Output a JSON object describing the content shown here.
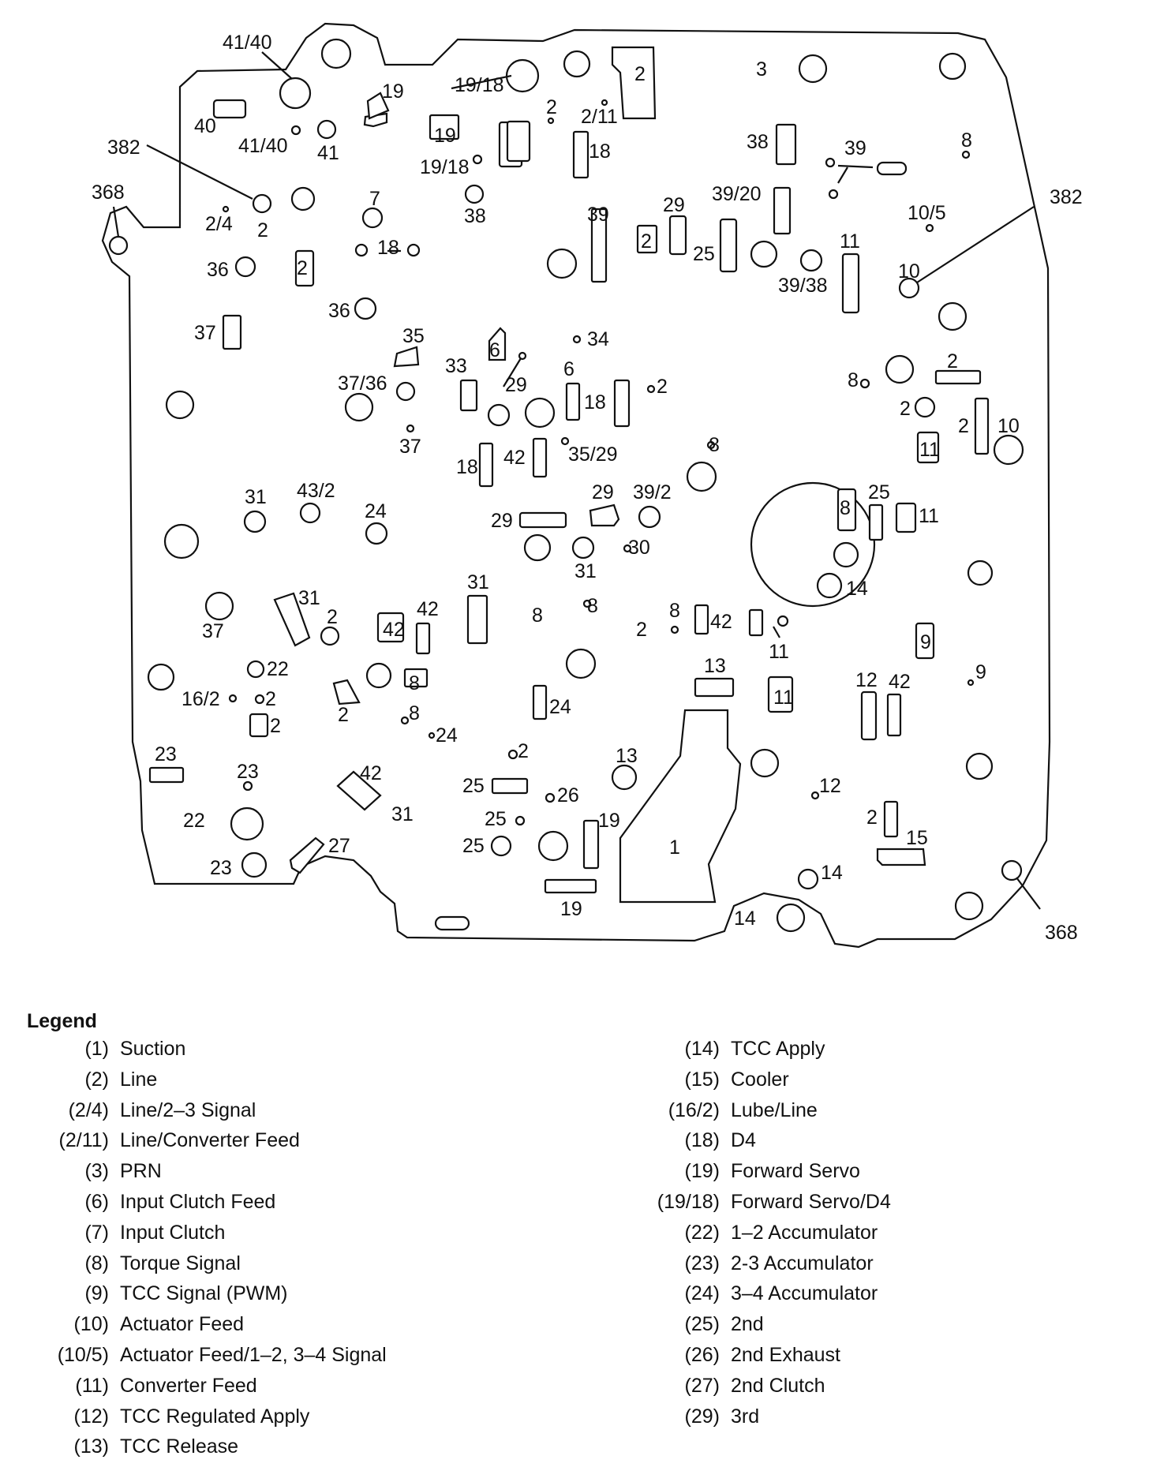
{
  "diagram": {
    "callouts": {
      "c1": "41/40",
      "c2": "41/40",
      "c3": "382",
      "c4": "382",
      "c5": "368",
      "c6": "368",
      "c7": "40",
      "c8": "41",
      "c9": "19",
      "c10": "19/18",
      "c11": "19/18",
      "c12": "19",
      "c13": "2",
      "c14": "2/11",
      "c15": "18",
      "c16": "2",
      "c17": "3",
      "c18": "38",
      "c19": "39",
      "c20": "8",
      "c21": "10/5",
      "c22": "10",
      "c23": "2/4",
      "c24": "2",
      "c25": "7",
      "c26": "18",
      "c27": "38",
      "c28": "39",
      "c29": "29",
      "c30": "39/20",
      "c31": "2",
      "c32": "25",
      "c33": "11",
      "c34": "39/38",
      "c35": "36",
      "c36": "2",
      "c37": "36",
      "c38": "37",
      "c39": "35",
      "c40": "6",
      "c41": "34",
      "c42": "37/36",
      "c43": "33",
      "c44": "29",
      "c45": "6",
      "c46": "18",
      "c47": "2",
      "c48": "8",
      "c49": "2",
      "c50": "2",
      "c51": "10",
      "c52": "2",
      "c53": "11",
      "c54": "37",
      "c55": "18",
      "c56": "42",
      "c57": "35/29",
      "c58": "8",
      "c59": "31",
      "c60": "43/2",
      "c61": "24",
      "c62": "29",
      "c63": "29",
      "c64": "39/2",
      "c65": "8",
      "c66": "25",
      "c67": "11",
      "c68": "30",
      "c69": "31",
      "c70": "31",
      "c71": "37",
      "c72": "31",
      "c73": "2",
      "c74": "42",
      "c75": "42",
      "c76": "8",
      "c77": "8",
      "c78": "2",
      "c79": "8",
      "c80": "42",
      "c81": "11",
      "c82": "14",
      "c83": "9",
      "c84": "22",
      "c85": "16/2",
      "c86": "2",
      "c87": "2",
      "c88": "2",
      "c89": "8",
      "c90": "8",
      "c91": "24",
      "c92": "24",
      "c93": "13",
      "c94": "11",
      "c95": "12",
      "c96": "42",
      "c97": "9",
      "c98": "23",
      "c99": "23",
      "c100": "2",
      "c101": "13",
      "c102": "12",
      "c103": "42",
      "c104": "25",
      "c105": "26",
      "c106": "22",
      "c107": "31",
      "c108": "25",
      "c109": "19",
      "c110": "2",
      "c111": "15",
      "c112": "27",
      "c113": "23",
      "c114": "25",
      "c115": "1",
      "c116": "14",
      "c117": "19",
      "c118": "14"
    }
  },
  "legend": {
    "title": "Legend",
    "left": [
      {
        "code": "(1)",
        "desc": "Suction"
      },
      {
        "code": "(2)",
        "desc": "Line"
      },
      {
        "code": "(2/4)",
        "desc": "Line/2–3 Signal"
      },
      {
        "code": "(2/11)",
        "desc": "Line/Converter Feed"
      },
      {
        "code": "(3)",
        "desc": "PRN"
      },
      {
        "code": "(6)",
        "desc": "Input Clutch Feed"
      },
      {
        "code": "(7)",
        "desc": "Input Clutch"
      },
      {
        "code": "(8)",
        "desc": "Torque Signal"
      },
      {
        "code": "(9)",
        "desc": "TCC Signal (PWM)"
      },
      {
        "code": "(10)",
        "desc": "Actuator Feed"
      },
      {
        "code": "(10/5)",
        "desc": "Actuator Feed/1–2, 3–4 Signal"
      },
      {
        "code": "(11)",
        "desc": "Converter Feed"
      },
      {
        "code": "(12)",
        "desc": "TCC Regulated Apply"
      },
      {
        "code": "(13)",
        "desc": "TCC Release"
      }
    ],
    "right": [
      {
        "code": "(14)",
        "desc": "TCC Apply"
      },
      {
        "code": "(15)",
        "desc": "Cooler"
      },
      {
        "code": "(16/2)",
        "desc": "Lube/Line"
      },
      {
        "code": "(18)",
        "desc": "D4"
      },
      {
        "code": "(19)",
        "desc": "Forward Servo"
      },
      {
        "code": "(19/18)",
        "desc": "Forward Servo/D4"
      },
      {
        "code": "(22)",
        "desc": "1–2 Accumulator"
      },
      {
        "code": "(23)",
        "desc": "2-3 Accumulator"
      },
      {
        "code": "(24)",
        "desc": "3–4 Accumulator"
      },
      {
        "code": "(25)",
        "desc": "2nd"
      },
      {
        "code": "(26)",
        "desc": "2nd Exhaust"
      },
      {
        "code": "(27)",
        "desc": "2nd Clutch"
      },
      {
        "code": "(29)",
        "desc": "3rd"
      }
    ]
  }
}
